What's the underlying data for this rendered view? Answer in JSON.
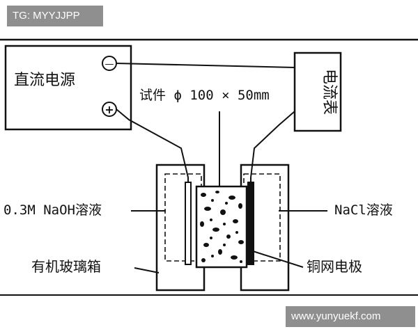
{
  "watermark_top": "TG: MYYJJPP",
  "watermark_bottom": "www.yunyuekf.com",
  "labels": {
    "power_supply": "直流电源",
    "minus": "—",
    "plus": "+",
    "ammeter": "电流表",
    "specimen": "试件 ϕ 100 × 50mm",
    "naoh": "0.3M NaOH溶液",
    "nacl": "NaCl溶液",
    "acrylic_box": "有机玻璃箱",
    "copper_mesh": "铜网电极"
  },
  "colors": {
    "line": "#111111",
    "watermark_bg": "#8f8f8f"
  }
}
